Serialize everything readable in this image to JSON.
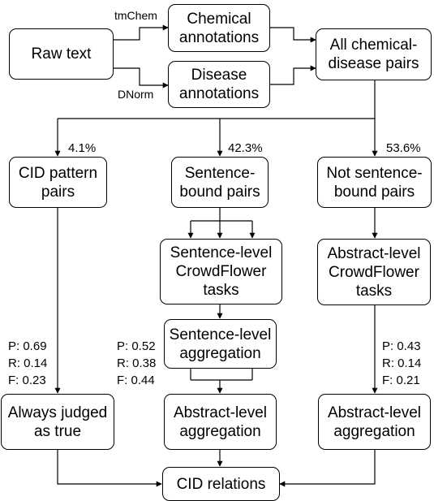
{
  "boxes": {
    "raw_text": [
      "Raw text"
    ],
    "chemical": [
      "Chemical",
      "annotations"
    ],
    "disease": [
      "Disease",
      "annotations"
    ],
    "all_pairs": [
      "All chemical-",
      "disease pairs"
    ],
    "cid_pattern": [
      "CID pattern",
      "pairs"
    ],
    "sentence_bound": [
      "Sentence-",
      "bound pairs"
    ],
    "not_sentence_bound": [
      "Not sentence-",
      "bound pairs"
    ],
    "sentence_crowd": [
      "Sentence-level",
      "CrowdFlower",
      "tasks"
    ],
    "abstract_crowd": [
      "Abstract-level",
      "CrowdFlower",
      "tasks"
    ],
    "sentence_agg": [
      "Sentence-level",
      "aggregation"
    ],
    "always_true": [
      "Always judged",
      "as true"
    ],
    "abstract_agg_mid": [
      "Abstract-level",
      "aggregation"
    ],
    "abstract_agg_right": [
      "Abstract-level",
      "aggregation"
    ],
    "cid_relations": [
      "CID relations"
    ]
  },
  "edge_labels": {
    "tmchem": "tmChem",
    "dnorm": "DNorm"
  },
  "percentages": {
    "cid": "4.1%",
    "sentence": "42.3%",
    "not_sentence": "53.6%"
  },
  "metrics": {
    "cid_pattern": [
      "P: 0.69",
      "R: 0.14",
      "F: 0.23"
    ],
    "sentence": [
      "P: 0.52",
      "R: 0.38",
      "F: 0.44"
    ],
    "not_sentence": [
      "P: 0.43",
      "R: 0.14",
      "F: 0.21"
    ]
  }
}
